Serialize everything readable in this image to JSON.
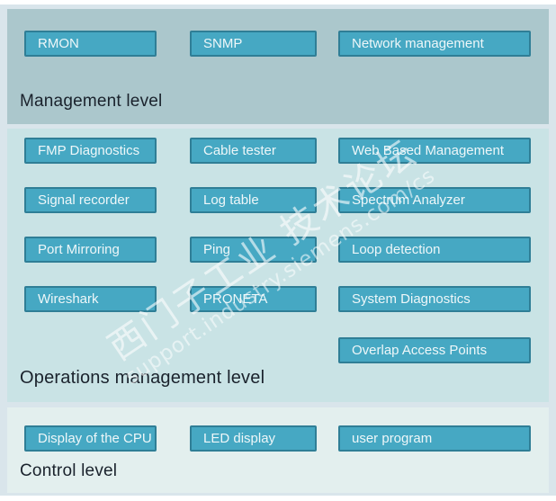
{
  "colors": {
    "page_margin": "#d9e5eb",
    "section1_bg": "#abc7cc",
    "section2_bg": "#c9e3e5",
    "section3_bg": "#e3efee",
    "box_fill": "#46a8c3",
    "box_border": "#2f7e96",
    "box_text": "#eef7f9",
    "label_text": "#1a222c"
  },
  "watermark": {
    "line1": "西门子工业 技术论坛",
    "line2": "support.industry.siemens.com/cs"
  },
  "sections": {
    "management": {
      "label": "Management level",
      "boxes": {
        "rmon": "RMON",
        "snmp": "SNMP",
        "network_management": "Network management"
      }
    },
    "operations": {
      "label": "Operations management level",
      "boxes": {
        "fmp_diagnostics": "FMP Diagnostics",
        "cable_tester": "Cable tester",
        "web_based_management": "Web Based Management",
        "signal_recorder": "Signal recorder",
        "log_table": "Log table",
        "spectrum_analyzer": "Spectrum Analyzer",
        "port_mirroring": "Port Mirroring",
        "ping": "Ping",
        "loop_detection": "Loop detection",
        "wireshark": "Wireshark",
        "proneta": "PRONETA",
        "system_diagnostics": "System Diagnostics",
        "overlap_access_points": "Overlap Access Points"
      }
    },
    "control": {
      "label": "Control level",
      "boxes": {
        "display_of_the_cpu": "Display of the CPU",
        "led_display": "LED display",
        "user_program": "user program"
      }
    }
  }
}
